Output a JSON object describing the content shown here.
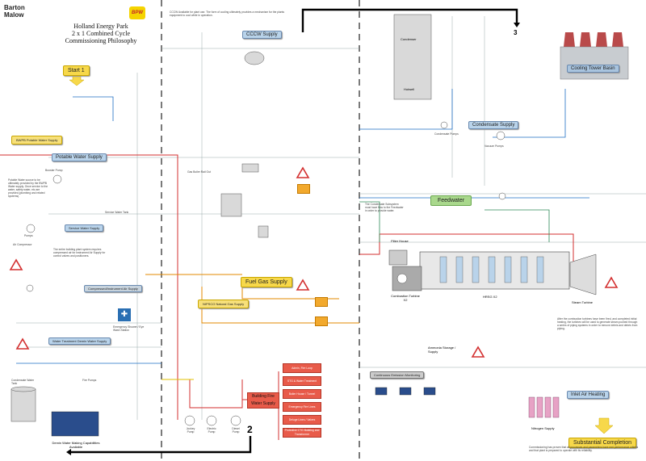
{
  "logo": {
    "line1": "Barton",
    "line2": "Malow",
    "badge": "BPW"
  },
  "title": {
    "line1": "Holland Energy Park",
    "line2": "2 x 1 Combined Cycle",
    "line3": "Commissioning Philosophy"
  },
  "steps": {
    "start": "Start 1",
    "step2": "2",
    "step3": "3",
    "end": "Substantial Completion"
  },
  "systems": {
    "potable_water": "Potable Water Supply",
    "service_water": "Service Water Supply",
    "ccw_supply": "CCCW Supply",
    "condensate_supply": "Condensate Supply",
    "feedwater": "Feedwater",
    "fuel_gas": "Fuel Gas Supply",
    "compressed_air": "Compressed/Instrument Air Supply",
    "water_treatment": "Water Treatment Demin Water Supply",
    "building_fire": "Building Fire Water Supply",
    "cooling_tower": "Cooling Tower Basin",
    "condenser": "Condenser",
    "hotwell": "Hotwell",
    "steam_turbine": "Steam Turbine",
    "hrsg": "HRSG X2",
    "combustion_turbine": "Combustion Turbine X2",
    "filter_house": "Filter House",
    "cems": "Continuous Emission Monitoring",
    "ammonia": "Ammonia Storage / Supply",
    "inlet_air": "Inlet Air Heating",
    "nitrogen": "Nitrogen Supply",
    "bop_water": "BWPB Potable Water Supply",
    "nipsco": "NIPSCO Natural Gas Supply",
    "demin": "Demin Water Making Capabilities Available"
  },
  "fire_items": [
    "Jockey Pump",
    "Electric Pump",
    "Diesel Pump"
  ],
  "fire_boxes": [
    "Admin, Fire Loop",
    "STG & Water Treatment",
    "Boiler House / Tunnel",
    "Emergency Fire Lines",
    "Deluge Lines / Valves",
    "Protective CTG Building and Transformer"
  ],
  "notes": {
    "ccw": "CCCW Available for plant use. The form of cooling ultimately provides a mechanism for the plants equipment to cool while in operation.",
    "potable": "Potable Water source to be ultimately provided by the BWPB Water supply. Once service to the water, safety water, etc are provided (plumbing and related systems).",
    "compressed": "The entire building plant system requires compressed air for Instrument Air Supply for control valves and positioners.",
    "condensate": "The Condensate Subsystem must have flow to the Feedwater in order to provide water.",
    "steam": "After the combustion turbines have been fired, and completed initial heating, the turbines will be used to generate steam pushed through a series of piping systems in order to remove debris and debris from piping.",
    "completion": "Commissioning has proven that all processes and parameters have met performance criteria and that plant is prepared to operate with its reliability."
  },
  "small_labels": [
    "Booster Pump",
    "Pumps",
    "Fire Pumps",
    "Condensate Water Tank",
    "Gas Boiler Rail Out",
    "Steam Turbine",
    "Condensate Pumps",
    "Vacuum Pumps",
    "Emergency Shower / Eye Wash Station",
    "Service Water Tank",
    "Air Compressor"
  ],
  "colors": {
    "tag_blue": "#b9d3ea",
    "yellow": "#f7d84a",
    "green": "#a9d88c",
    "red": "#e85b4a",
    "orange": "#f2a92d"
  }
}
